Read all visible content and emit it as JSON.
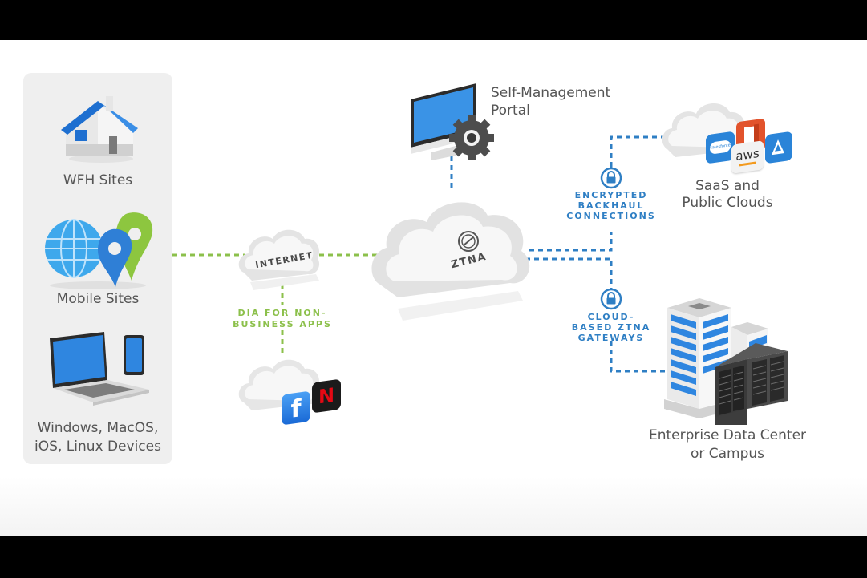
{
  "diagram": {
    "endpoints": {
      "wfh": {
        "label": "WFH Sites",
        "icon": "house-icon"
      },
      "mobile": {
        "label": "Mobile Sites",
        "icon": "globe-location-pin-icon"
      },
      "devices": {
        "label_line1": "Windows, MacOS,",
        "label_line2": "iOS, Linux Devices",
        "icon": "laptop-phone-icon"
      }
    },
    "internet": {
      "label": "INTERNET",
      "icon": "cloud-icon"
    },
    "dia": {
      "line1": "DIA FOR NON-",
      "line2": "BUSINESS APPS"
    },
    "consumer_apps": {
      "icons": [
        "facebook-icon",
        "netflix-icon"
      ],
      "facebook_glyph": "f",
      "netflix_glyph": "N"
    },
    "ztna": {
      "label": "ZTNA",
      "icon": "ztna-logo-icon"
    },
    "portal": {
      "line1": "Self-Management",
      "line2": "Portal",
      "icon": "monitor-gear-icon"
    },
    "backhaul": {
      "line1": "ENCRYPTED",
      "line2": "BACKHAUL",
      "line3": "CONNECTIONS",
      "icon": "lock-icon"
    },
    "gateways": {
      "line1": "CLOUD-",
      "line2": "BASED ZTNA",
      "line3": "GATEWAYS",
      "icon": "lock-icon"
    },
    "saas": {
      "line1": "SaaS and",
      "line2": "Public Clouds",
      "icons": [
        "salesforce-icon",
        "office-icon",
        "aws-icon",
        "azure-icon"
      ],
      "aws_text": "aws",
      "salesforce_text": "salesforce"
    },
    "datacenter": {
      "line1": "Enterprise Data Center",
      "line2": "or Campus",
      "icon": "building-servers-icon"
    },
    "colors": {
      "green_link": "#8cc04b",
      "blue_link": "#2f7fc4",
      "label_gray": "#555555",
      "panel_bg": "#efefef"
    }
  }
}
